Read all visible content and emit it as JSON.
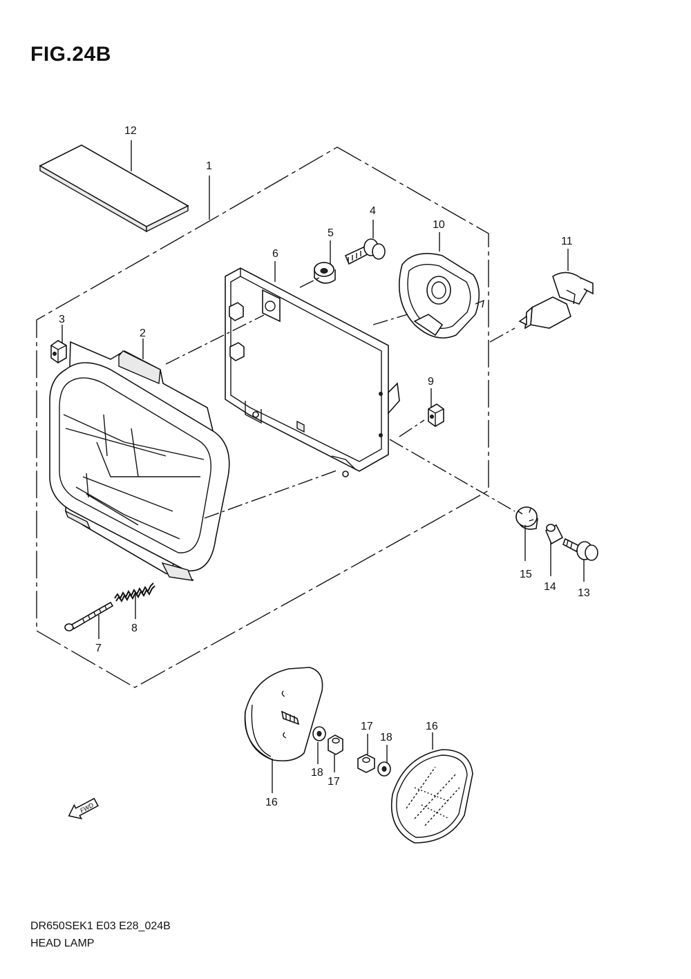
{
  "header": {
    "title": "FIG.24B"
  },
  "footer": {
    "code": "DR650SEK1 E03 E28_024B",
    "name": "HEAD LAMP"
  },
  "icons": {
    "forward_arrow": "fwd-arrow-icon",
    "forward_text": "FWD"
  },
  "callouts": {
    "c1": "1",
    "c2": "2",
    "c3": "3",
    "c4": "4",
    "c5": "5",
    "c6": "6",
    "c7": "7",
    "c8": "8",
    "c9": "9",
    "c10": "10",
    "c11": "11",
    "c12": "12",
    "c13": "13",
    "c14": "14",
    "c15": "15",
    "c16a": "16",
    "c16b": "16",
    "c17a": "17",
    "c17b": "17",
    "c18a": "18",
    "c18b": "18"
  }
}
